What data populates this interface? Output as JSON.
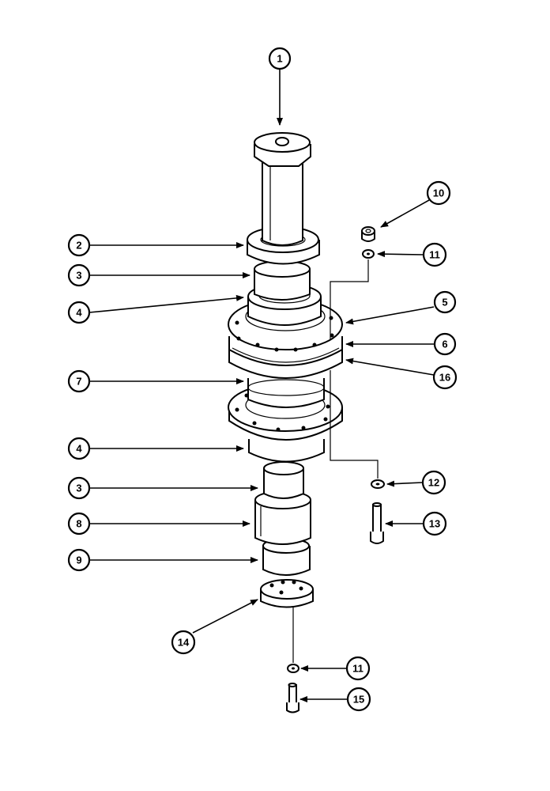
{
  "diagram": {
    "callouts": [
      {
        "id": "c1",
        "label": "1"
      },
      {
        "id": "c2",
        "label": "2"
      },
      {
        "id": "c3a",
        "label": "3"
      },
      {
        "id": "c4a",
        "label": "4"
      },
      {
        "id": "c5",
        "label": "5"
      },
      {
        "id": "c6",
        "label": "6"
      },
      {
        "id": "c16",
        "label": "16"
      },
      {
        "id": "c7",
        "label": "7"
      },
      {
        "id": "c4b",
        "label": "4"
      },
      {
        "id": "c3b",
        "label": "3"
      },
      {
        "id": "c8",
        "label": "8"
      },
      {
        "id": "c9",
        "label": "9"
      },
      {
        "id": "c14",
        "label": "14"
      },
      {
        "id": "c10",
        "label": "10"
      },
      {
        "id": "c11a",
        "label": "11"
      },
      {
        "id": "c12",
        "label": "12"
      },
      {
        "id": "c13",
        "label": "13"
      },
      {
        "id": "c11b",
        "label": "11"
      },
      {
        "id": "c15",
        "label": "15"
      }
    ]
  }
}
